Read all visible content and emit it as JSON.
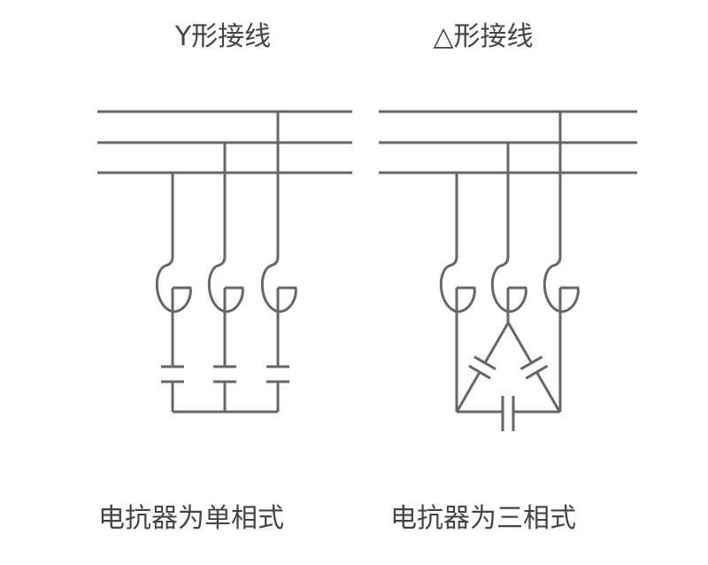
{
  "titles": {
    "y": "Y形接线",
    "delta": "△形接线"
  },
  "captions": {
    "y": "电抗器为单相式",
    "delta": "电抗器为三相式"
  }
}
